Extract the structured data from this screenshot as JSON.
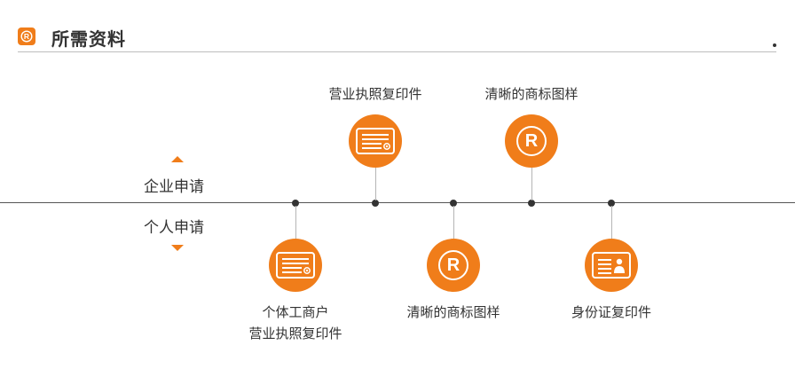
{
  "theme": {
    "accent": "#f07d1a"
  },
  "header": {
    "icon": "registered-icon",
    "title": "所需资料"
  },
  "rows": {
    "enterprise_label": "企业申请",
    "individual_label": "个人申请"
  },
  "enterprise_items": [
    {
      "icon": "license-card-icon",
      "caption": "营业执照复印件"
    },
    {
      "icon": "registered-icon",
      "caption": "清晰的商标图样"
    }
  ],
  "individual_items": [
    {
      "icon": "license-card-icon",
      "caption_line1": "个体工商户",
      "caption_line2": "营业执照复印件"
    },
    {
      "icon": "registered-icon",
      "caption_line1": "清晰的商标图样"
    },
    {
      "icon": "id-card-icon",
      "caption_line1": "身份证复印件"
    }
  ],
  "glyphs": {
    "registered": "R"
  }
}
